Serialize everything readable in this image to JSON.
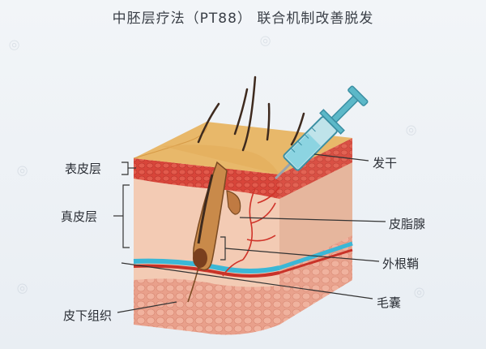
{
  "title": "中胚层疗法（PT88） 联合机制改善脱发",
  "labels": {
    "epidermis": "表皮层",
    "dermis": "真皮层",
    "subcutaneous": "皮下组织",
    "hair_shaft": "发干",
    "sebaceous_gland": "皮脂腺",
    "outer_root_sheath": "外根鞘",
    "hair_follicle": "毛囊"
  },
  "colors": {
    "background": "#eef2f6",
    "epidermis_top": "#e8b86a",
    "dermis": "#f2c7b0",
    "red_tissue": "#d9473a",
    "fat": "#e89a86",
    "vessel_blue": "#38b7d8",
    "syringe": "#5cb8c8"
  },
  "icons": {
    "syringe": "syringe-icon",
    "watermark": "watermark-logo"
  }
}
